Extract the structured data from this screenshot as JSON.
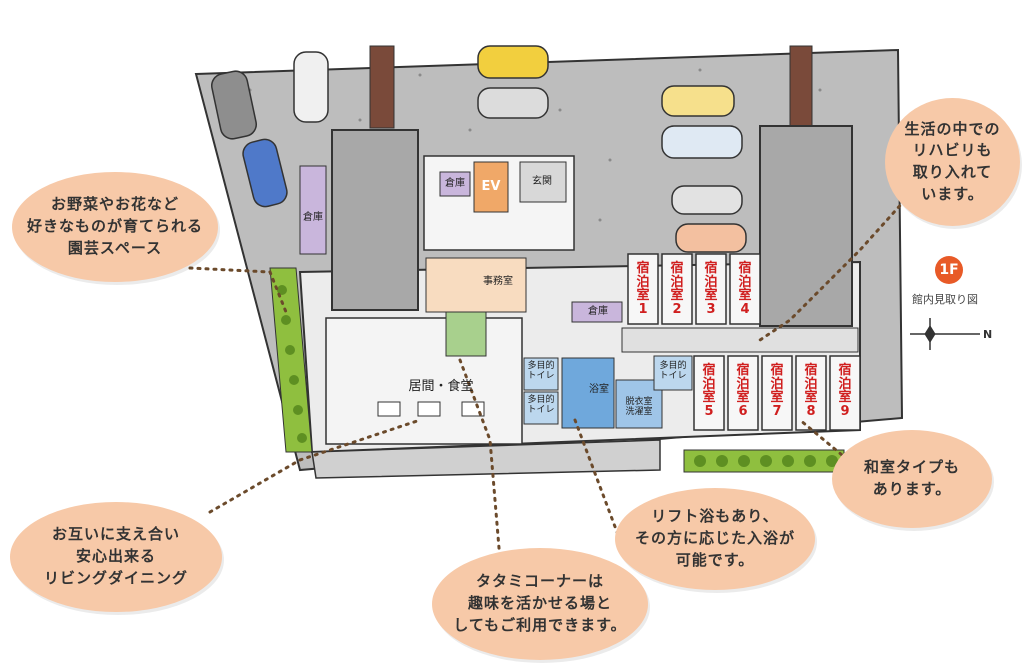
{
  "callouts": {
    "garden": "お野菜やお花など\n好きなものが育てられる\n園芸スペース",
    "rehab": "生活の中での\nリハビリも\n取り入れて\nいます。",
    "living": "お互いに支え合い\n安心出来る\nリビングダイニング",
    "tatami": "タタミコーナーは\n趣味を活かせる場と\nしてもご利用できます。",
    "bath": "リフト浴もあり、\nその方に応じた入浴が\n可能です。",
    "washitsu": "和室タイプも\nあります。"
  },
  "legend": {
    "floor_badge": "1F",
    "title": "館内見取り図",
    "north": "N"
  },
  "rooms": {
    "ev": "EV",
    "storage_top": "倉庫",
    "entrance": "玄関",
    "storage_left": "倉庫",
    "office": "事務室",
    "storage_mid": "倉庫",
    "living_dining": "居間・食堂",
    "multi_toilet_1": "多目的\nトイレ",
    "multi_toilet_2": "多目的\nトイレ",
    "multi_toilet_3": "多目的\nトイレ",
    "bath": "浴室",
    "dressing_laundry": "脱衣室\n洗濯室"
  },
  "guest_rooms": [
    {
      "label": "宿\n泊\n室",
      "num": "1"
    },
    {
      "label": "宿\n泊\n室",
      "num": "2"
    },
    {
      "label": "宿\n泊\n室",
      "num": "3"
    },
    {
      "label": "宿\n泊\n室",
      "num": "4"
    },
    {
      "label": "宿\n泊\n室",
      "num": "5"
    },
    {
      "label": "宿\n泊\n室",
      "num": "6"
    },
    {
      "label": "宿\n泊\n室",
      "num": "7"
    },
    {
      "label": "宿\n泊\n室",
      "num": "8"
    },
    {
      "label": "宿\n泊\n室",
      "num": "9"
    }
  ],
  "colors": {
    "bubble": "#f7c9a8",
    "parking_lot": "#b9b9b9",
    "wall_dark": "#8f8f8f",
    "floor_light": "#e9e9e9",
    "guest_text": "#d01f1f",
    "badge": "#e85a27",
    "hedge": "#8fbf3f",
    "bath": "#6fa8dc",
    "ev": "#f0a868",
    "office": "#f8dcc0",
    "storage": "#c9b6dc",
    "tatami": "#a8d08d",
    "dotted_line": "#6b4a2b"
  }
}
